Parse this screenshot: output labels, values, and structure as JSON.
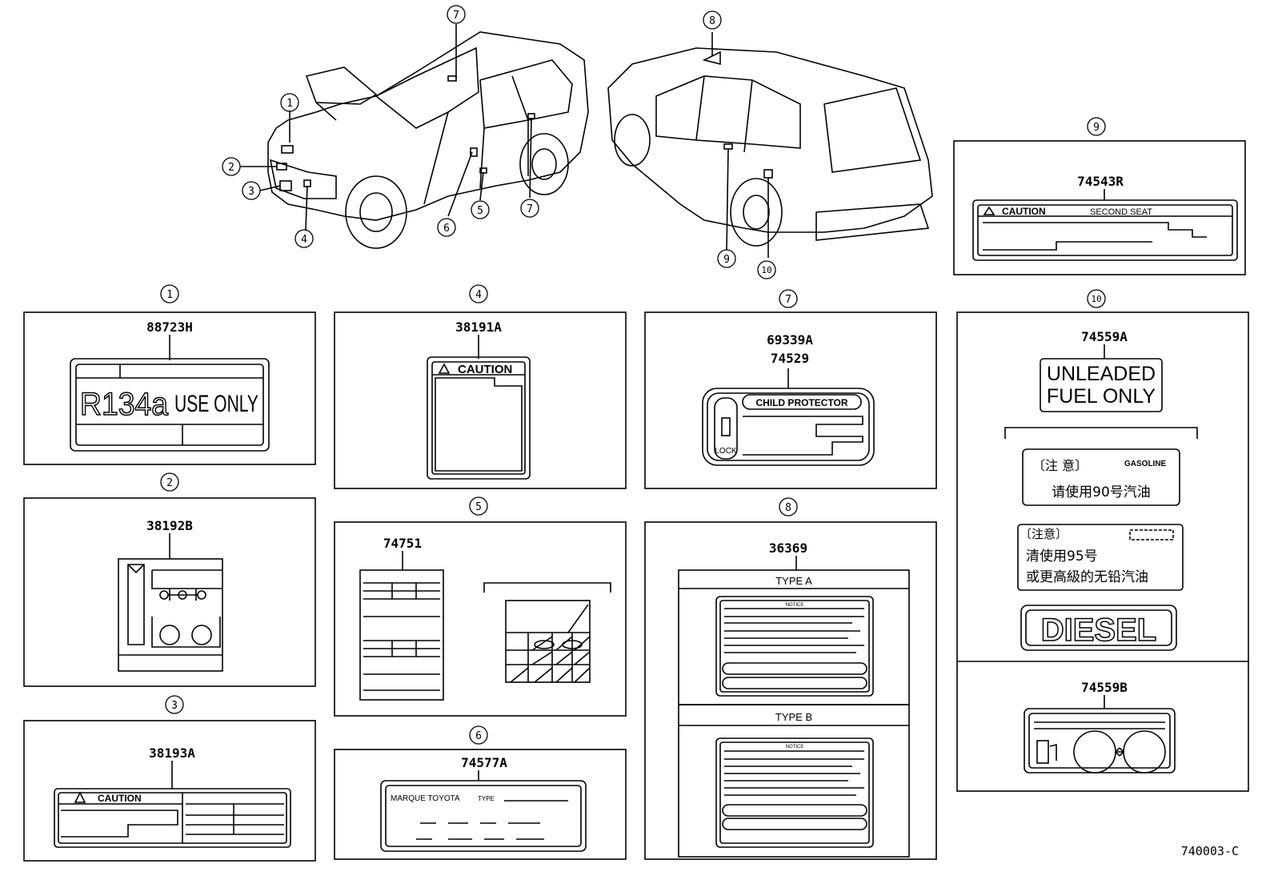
{
  "callouts": [
    "1",
    "2",
    "3",
    "4",
    "5",
    "6",
    "7",
    "8",
    "9",
    "10"
  ],
  "panels": {
    "p1": {
      "num": "1",
      "part": "88723H",
      "big": "R134a",
      "text": "USE ONLY"
    },
    "p2": {
      "num": "2",
      "part": "38192B"
    },
    "p3": {
      "num": "3",
      "part": "38193A",
      "caution": "CAUTION"
    },
    "p4": {
      "num": "4",
      "part": "38191A",
      "caution": "CAUTION"
    },
    "p5": {
      "num": "5",
      "part": "74751"
    },
    "p6": {
      "num": "6",
      "part": "74577A",
      "marque": "MARQUE TOYOTA",
      "type": "TYPE"
    },
    "p7": {
      "num": "7",
      "part1": "69339A",
      "part2": "74529",
      "title": "CHILD PROTECTOR",
      "lock": "LOCK"
    },
    "p8": {
      "num": "8",
      "part": "36369",
      "typeA": "TYPE A",
      "typeB": "TYPE B",
      "notice": "NOTICE"
    },
    "p9": {
      "num": "9",
      "part": "74543R",
      "caution": "CAUTION",
      "second": "SECOND SEAT"
    },
    "p10": {
      "num": "10",
      "partA": "74559A",
      "line1": "UNLEADED",
      "line2": "FUEL ONLY",
      "cn1_head": "〔注 意〕",
      "cn1_gas": "GASOLINE",
      "cn1_text": "请使用90号汽油",
      "cn2_head": "〔注意〕",
      "cn2_line1": "清使用95号",
      "cn2_line2": "或更高級的无铅汽油",
      "diesel": "DIESEL",
      "partB": "74559B"
    }
  },
  "footer": {
    "code": "740003-C"
  }
}
